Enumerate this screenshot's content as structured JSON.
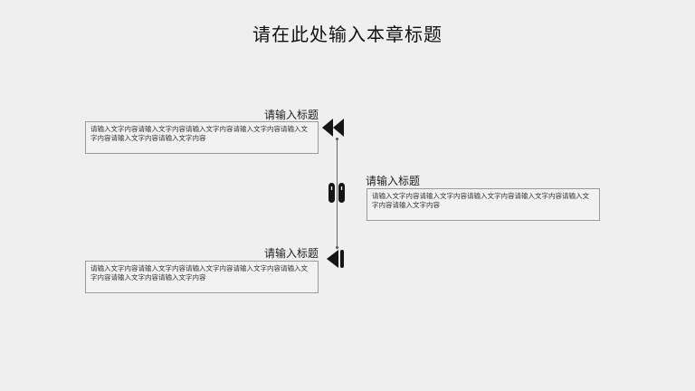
{
  "slide": {
    "title": "请在此处输入本章标题",
    "items": [
      {
        "title": "请输入标题",
        "text": "请输入文字内容请输入文字内容请输入文字内容请输入文字内容请输入文字内容请输入文字内容请输入文字内容",
        "icon": "rewind-icon"
      },
      {
        "title": "请输入标题",
        "text": "请输入文字内容请输入文字内容请输入文字内容请输入文字内容请输入文字内容请输入文字内容",
        "icon": "pause-icon"
      },
      {
        "title": "请输入标题",
        "text": "请输入文字内容请输入文字内容请输入文字内容请输入文字内容请输入文字内容请输入文字内容请输入文字内容",
        "icon": "skip-back-icon"
      }
    ]
  }
}
